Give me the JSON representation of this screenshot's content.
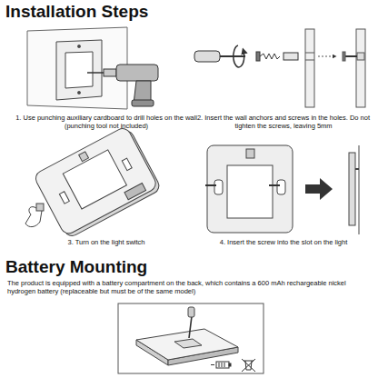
{
  "diagram": {
    "title": "Installation Steps",
    "labels": [
      "1. Use punching auxiliary cardboard to drill holes on the wall (punching tool not included)",
      "2. Insert the wall anchors and screws in the holes. Do not tighten the screws, leaving 5mm",
      "3. Turn on the light switch",
      "4. Insert the screw into the slot on the light",
      "Battery Mounting",
      "The product is equipped with a battery compartment on the back, which contains a 600 mAh rechargeable nickel hydrogen battery (replaceable but must be of the same model)"
    ]
  }
}
